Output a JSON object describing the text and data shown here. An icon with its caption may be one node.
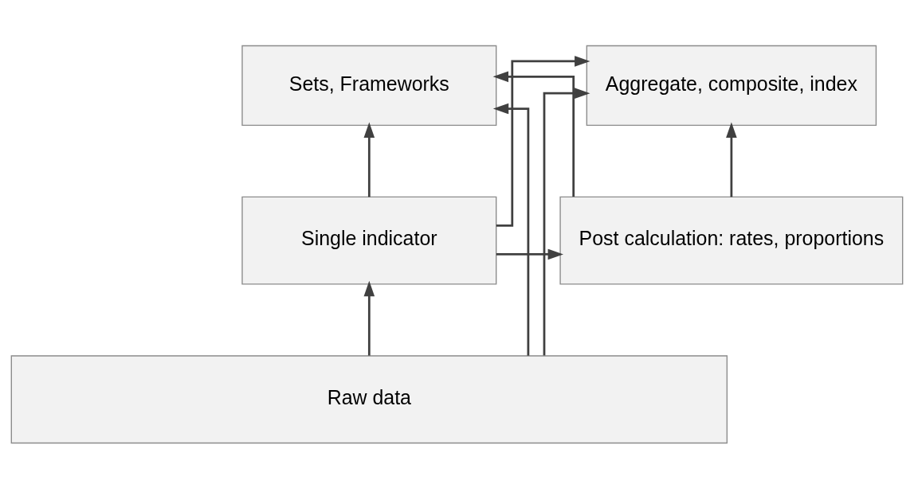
{
  "diagram": {
    "nodes": [
      {
        "text": [
          "Aggregate, composite, index"
        ]
      },
      {
        "text": [
          "Sets, Frameworks"
        ]
      },
      {
        "text": [
          "Single indicator"
        ]
      },
      {
        "text": [
          "Post calculation: rates, proportions"
        ]
      },
      {
        "text": [
          "Raw data"
        ]
      }
    ],
    "edges": [
      {
        "from": 4,
        "to": 2,
        "arrow": "to"
      },
      {
        "from": 2,
        "to": 3,
        "arrow": "to"
      },
      {
        "from": 2,
        "to": 0,
        "arrow": "to"
      },
      {
        "from": 2,
        "to": 1,
        "arrow": "to"
      },
      {
        "from": 3,
        "to": 0,
        "arrow": "to"
      },
      {
        "from": 3,
        "to": 1,
        "arrow": "to"
      },
      {
        "from": 4,
        "to": 0,
        "arrow": "to"
      },
      {
        "from": 4,
        "to": 1,
        "arrow": "to"
      }
    ]
  }
}
